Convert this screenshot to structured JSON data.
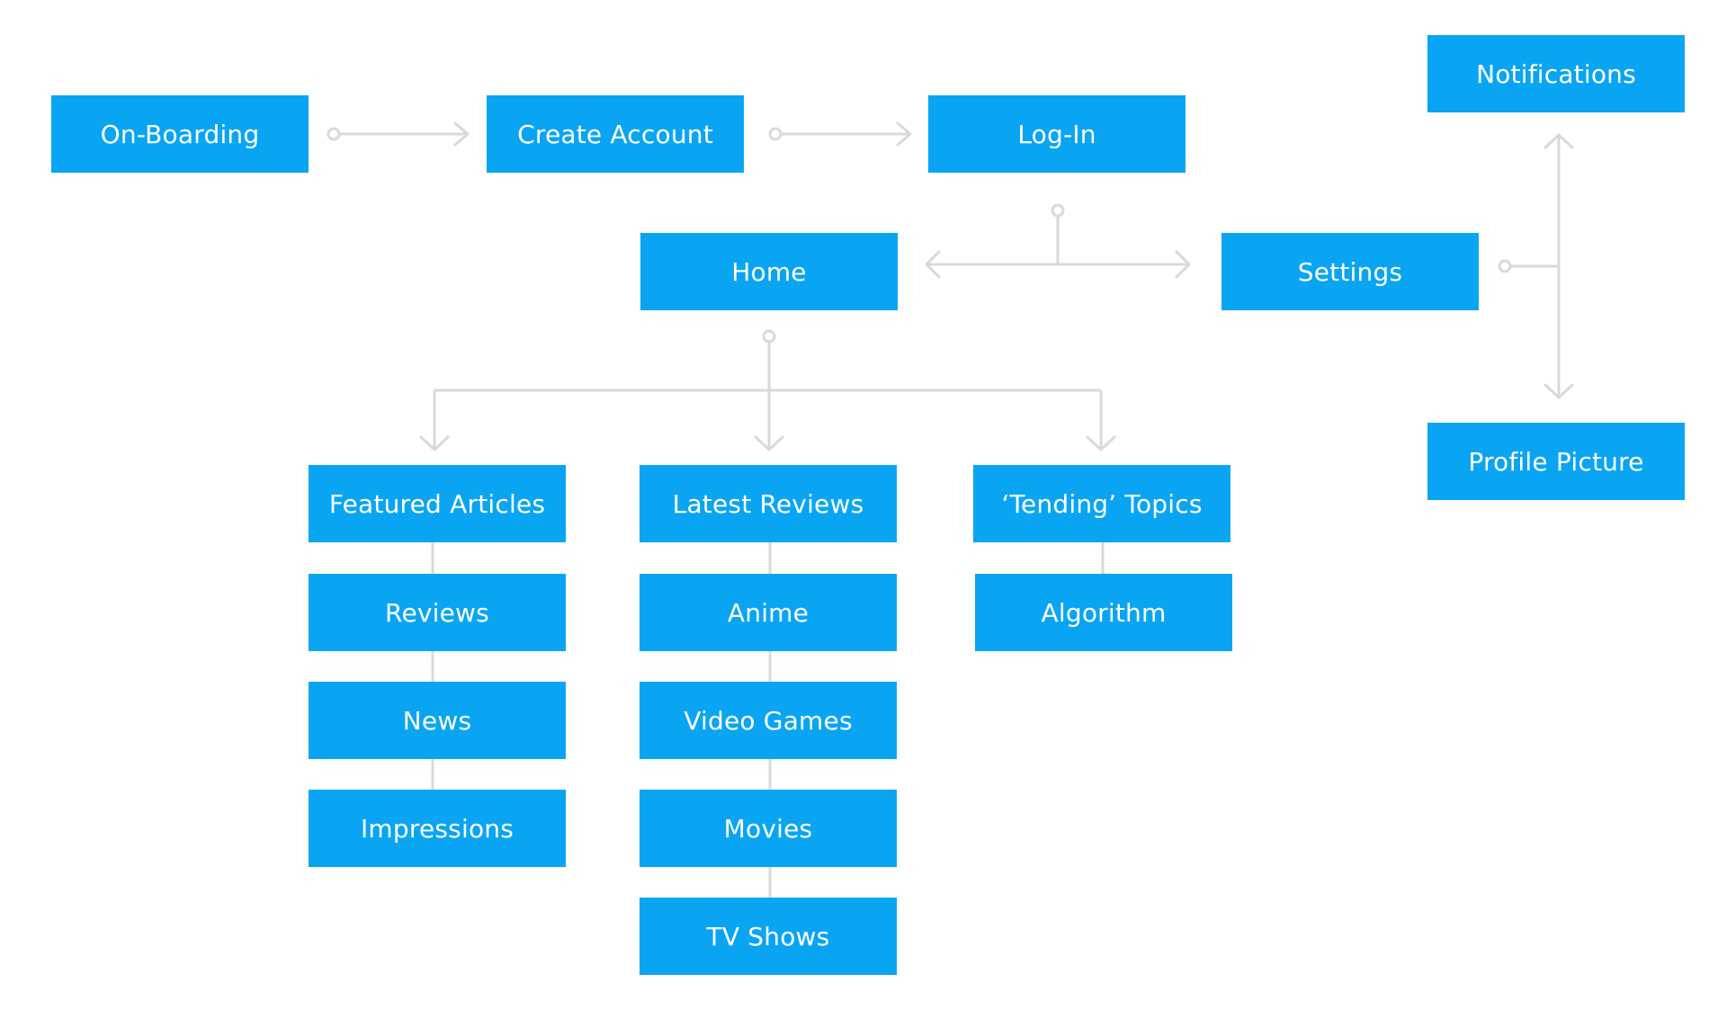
{
  "diagram": {
    "accent_color": "#0aa5f2",
    "connector_color": "#d9d9d9",
    "nodes": {
      "onboarding": "On-Boarding",
      "create_account": "Create Account",
      "login": "Log-In",
      "notifications": "Notifications",
      "home": "Home",
      "settings": "Settings",
      "profile_picture": "Profile Picture",
      "featured_articles": "Featured Articles",
      "reviews": "Reviews",
      "news": "News",
      "impressions": "Impressions",
      "latest_reviews": "Latest Reviews",
      "anime": "Anime",
      "video_games": "Video Games",
      "movies": "Movies",
      "tv_shows": "TV Shows",
      "trending_topics": "‘Tending’ Topics",
      "algorithm": "Algorithm"
    }
  }
}
